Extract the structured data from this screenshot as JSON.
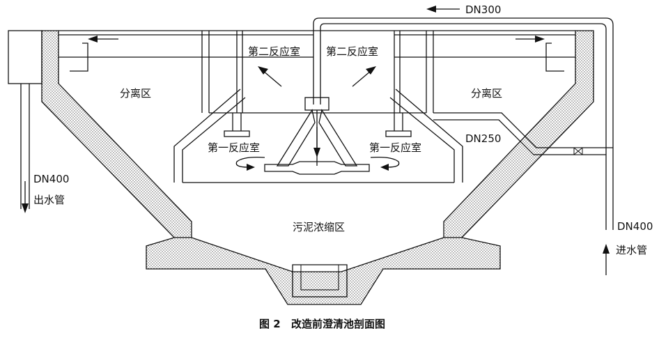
{
  "labels": {
    "separation_left": "分离区",
    "separation_right": "分离区",
    "second_reaction_left": "第二反应室",
    "second_reaction_right": "第二反应室",
    "first_reaction_left": "第一反应室",
    "first_reaction_right": "第一反应室",
    "sludge_zone": "污泥浓缩区",
    "dn300": "DN300",
    "dn250": "DN250",
    "dn400_outlet": "DN400",
    "outlet_pipe": "出水管",
    "dn400_inlet": "DN400",
    "inlet_pipe": "进水管"
  },
  "caption": {
    "figure_no": "图 2",
    "title": "改造前澄清池剖面图"
  },
  "icons": {
    "flow_arrow": "arrow-icon",
    "valve": "valve-icon"
  },
  "colors": {
    "line": "#111111",
    "concrete_dot": "#333333"
  }
}
